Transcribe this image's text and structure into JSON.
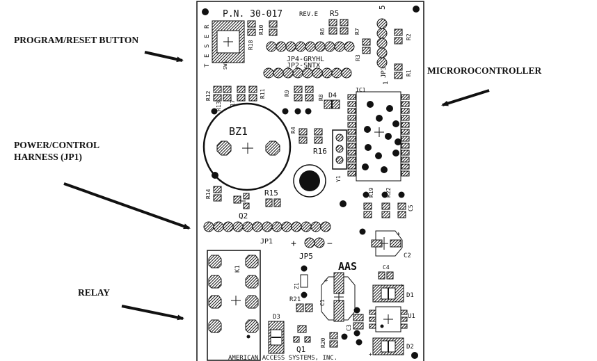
{
  "callouts": {
    "program_reset": "PROGRAM/RESET BUTTON",
    "microcontroller": "MICROROCONTROLLER",
    "power_control_line1": "POWER/CONTROL",
    "power_control_line2": "HARNESS (JP1)",
    "relay": "RELAY"
  },
  "board": {
    "part_number": "P.N. 30-017",
    "revision": "REV.E",
    "manufacturer": "AMERICAN ACCESS SYSTEMS, INC.",
    "logo": "AAS",
    "reset_letters": [
      "R",
      "E",
      "S",
      "E",
      "T"
    ],
    "labels": {
      "r5": "R5",
      "r10": "R10",
      "r6": "R6",
      "r7": "R7",
      "r18": "R18",
      "sw1": "SW1",
      "jp4": "JP4-GRYHL",
      "jp2": "JP2-SNTX",
      "r3": "R3",
      "jp3": "JP3",
      "r2": "R2",
      "r1": "R1",
      "j5": "5",
      "j1": "1",
      "r12": "R12",
      "r13": "R13",
      "r17": "R17",
      "r11": "R11",
      "r9": "R9",
      "r8": "R8",
      "d4": "D4",
      "ic1": "IC1",
      "bz1": "BZ1",
      "r4": "R4",
      "r16": "R16",
      "y1": "Y1",
      "r14": "R14",
      "r15": "R15",
      "q2": "Q2",
      "r19": "R19",
      "r22": "R22",
      "c5": "C5",
      "jp1": "JP1",
      "jp5": "JP5",
      "plus": "+",
      "minus": "−",
      "c2": "C2",
      "k1": "K1",
      "c4": "C4",
      "d1": "D1",
      "z1": "Z1",
      "r21": "R21",
      "c1": "C1",
      "u1": "U1",
      "c3": "C3",
      "d3": "D3",
      "q1": "Q1",
      "r20": "R20",
      "d2": "D2"
    }
  }
}
